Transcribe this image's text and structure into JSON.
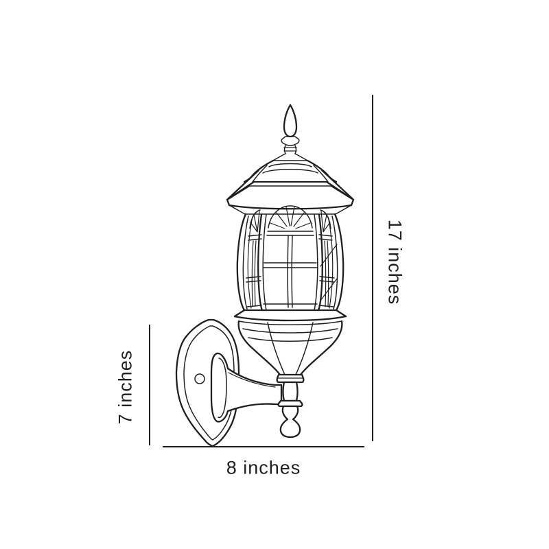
{
  "figure": {
    "description": "Line drawing of a traditional outdoor wall-mounted lantern with a hexagonal glass housing, finial top, curved mounting arm and decorative back plate",
    "line_color": "#1f1f1f",
    "background_color": "#ffffff"
  },
  "dimensions": {
    "height": {
      "label": "17 inches"
    },
    "backplate": {
      "label": "7 inches"
    },
    "width": {
      "label": "8 inches"
    }
  }
}
